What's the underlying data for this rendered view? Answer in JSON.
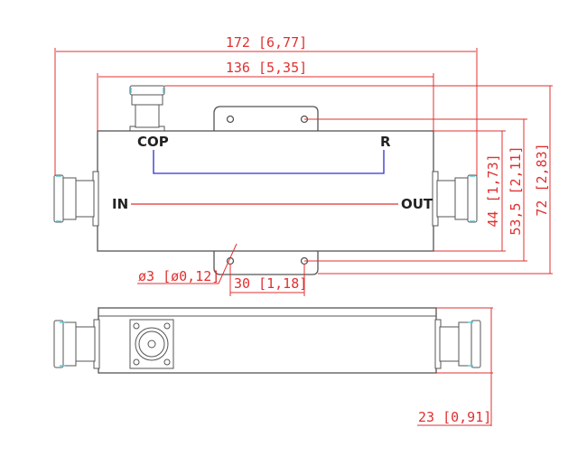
{
  "title": "Directional coupler dimension drawing",
  "dimensions": {
    "overall_length": "172 [6,77]",
    "body_length": "136 [5,35]",
    "body_height": "44 [1,73]",
    "hole_spacing_vertical": "53,5 [2,11]",
    "overall_height": "72 [2,83]",
    "hole_diameter": "ø3 [ø0,12]",
    "hole_spacing_horizontal": "30 [1,18]",
    "depth": "23 [0,91]"
  },
  "ports": {
    "coupled": "COP",
    "reflected": "R",
    "input": "IN",
    "output": "OUT"
  },
  "colors": {
    "dimension": "#e03030",
    "coupled_path": "#3030d0",
    "main_path": "#e03030"
  }
}
